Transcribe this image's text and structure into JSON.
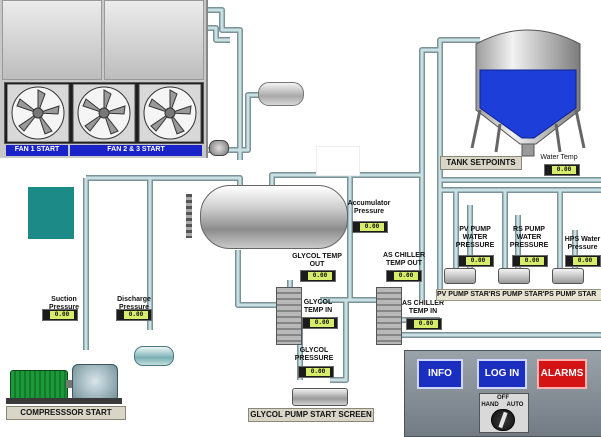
{
  "fans": {
    "fan1_label": "FAN 1 START",
    "fan23_label": "FAN 2 & 3 START"
  },
  "accumulator": {
    "label": "Accumulator Pressure",
    "value": "0.00"
  },
  "suction": {
    "label": "Suction Pressure",
    "value": "0.00"
  },
  "discharge": {
    "label": "Discharge Pressure",
    "value": "0.00"
  },
  "glycol_temp_out": {
    "label": "GLYCOL TEMP OUT",
    "value": "0.00"
  },
  "glycol_temp_in": {
    "label": "GLYCOL TEMP IN",
    "value": "0.00"
  },
  "glycol_pressure": {
    "label": "GLYCOL PRESSURE",
    "value": "0.00"
  },
  "as_chiller_temp_out": {
    "label": "AS CHILLER TEMP OUT",
    "value": "0.00"
  },
  "as_chiller_temp_in": {
    "label": "AS CHILLER TEMP IN",
    "value": "0.00"
  },
  "tank": {
    "setpoints_label": "TANK SETPOINTS",
    "water_temp_label": "Water Temp",
    "water_temp_value": "0.00"
  },
  "pv_pump": {
    "label": "PV PUMP WATER PRESSURE",
    "value": "0.00"
  },
  "rs_pump": {
    "label": "RS PUMP WATER PRESSURE",
    "value": "0.00"
  },
  "hps_pump": {
    "label": "HPS Water Pressure",
    "value": "0.00"
  },
  "pump_strip": {
    "text": "PV PUMP STAR'RS PUMP STAR'PS PUMP STAR"
  },
  "compressor": {
    "label": "COMPRESSSOR START"
  },
  "glycol_pump": {
    "label": "GLYCOL PUMP START SCREEN"
  },
  "panel": {
    "info_label": "INFO",
    "login_label": "LOG IN",
    "alarms_label": "ALARMS",
    "switch_off": "OFF",
    "switch_hand": "HAND",
    "switch_auto": "AUTO"
  },
  "colors": {
    "info": "#1a2ec0",
    "login": "#1a2ec0",
    "alarms": "#d41414",
    "teal_block": "#1c8a86",
    "pipe": "#b9d3d8",
    "water": "#1d3ed8",
    "readout": "#d6ec6a"
  }
}
